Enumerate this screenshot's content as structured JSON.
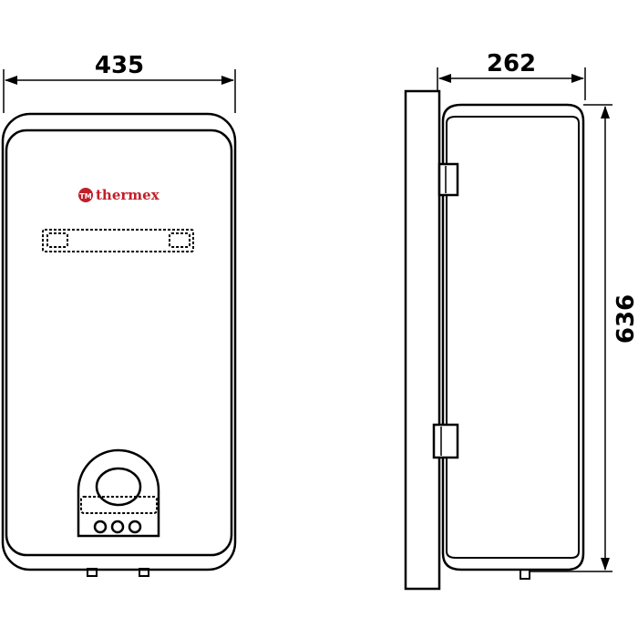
{
  "front_view": {
    "width_label": "435",
    "brand": "thermex",
    "brand_color": "#c0202a"
  },
  "side_view": {
    "depth_label": "262",
    "height_label": "636"
  },
  "colors": {
    "line": "#000000",
    "background": "#ffffff"
  }
}
